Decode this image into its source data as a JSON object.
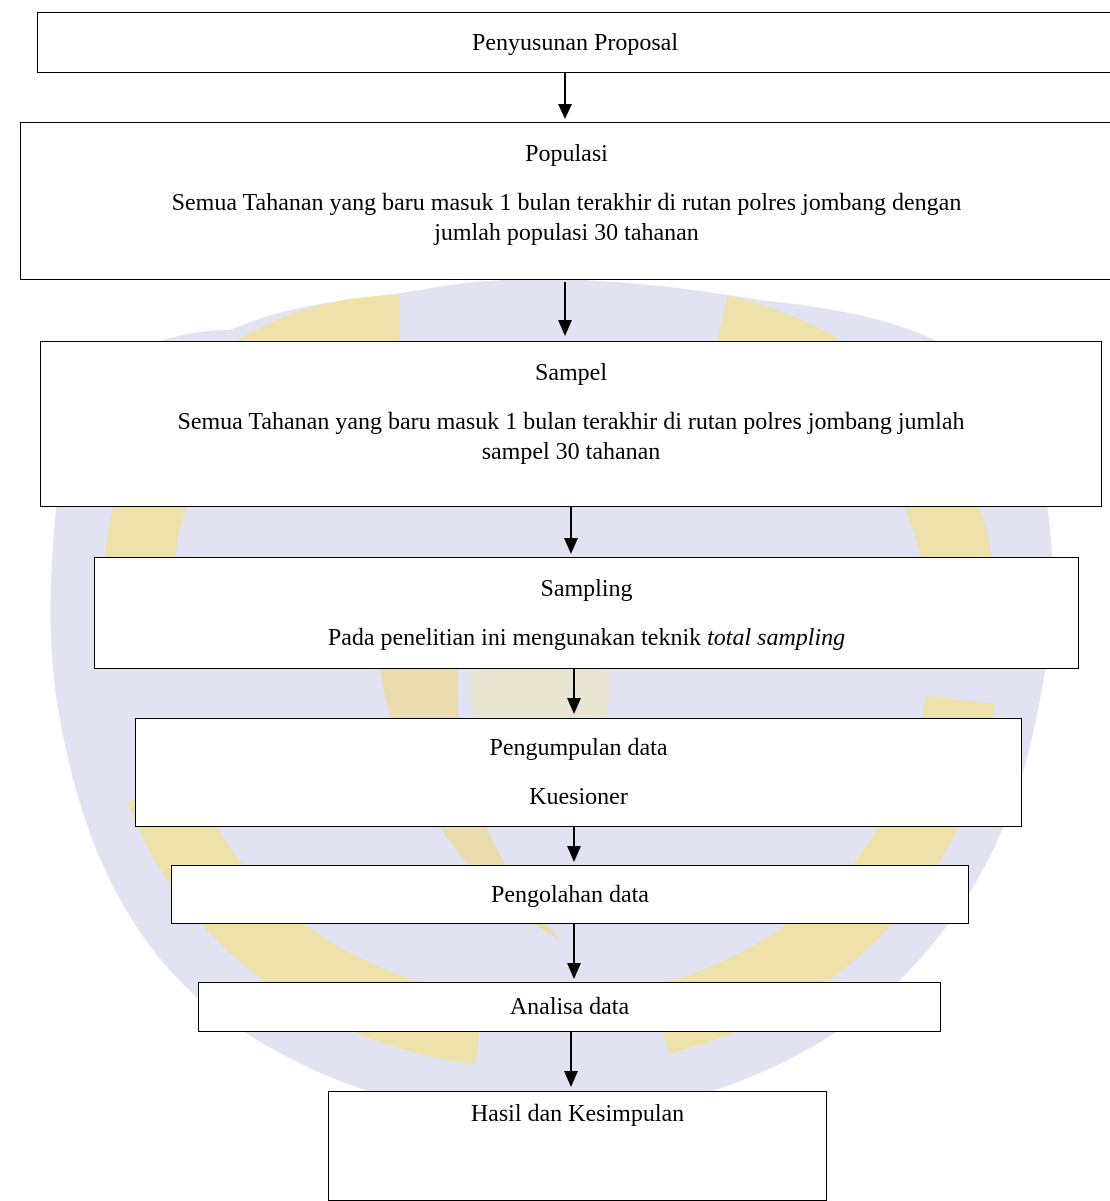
{
  "flowchart": {
    "steps": [
      {
        "title": "Penyusunan Proposal"
      },
      {
        "title": "Populasi",
        "line1": "Semua Tahanan yang baru masuk  1 bulan terakhir di rutan polres jombang dengan",
        "line2": "jumlah populasi 30 tahanan"
      },
      {
        "title": "Sampel",
        "line1": "Semua Tahanan yang baru masuk 1 bulan terakhir di rutan polres jombang jumlah",
        "line2": "sampel 30 tahanan"
      },
      {
        "title": "Sampling",
        "text": "Pada penelitian ini mengunakan teknik ",
        "text_italic": "total sampling"
      },
      {
        "title": "Pengumpulan data",
        "text": "Kuesioner"
      },
      {
        "title": "Pengolahan data"
      },
      {
        "title": "Analisa data"
      },
      {
        "title": "Hasil dan Kesimpulan"
      }
    ]
  },
  "colors": {
    "border": "#000000",
    "watermark_blue": "#c9cbe8",
    "watermark_yellow": "#f7e27a"
  }
}
